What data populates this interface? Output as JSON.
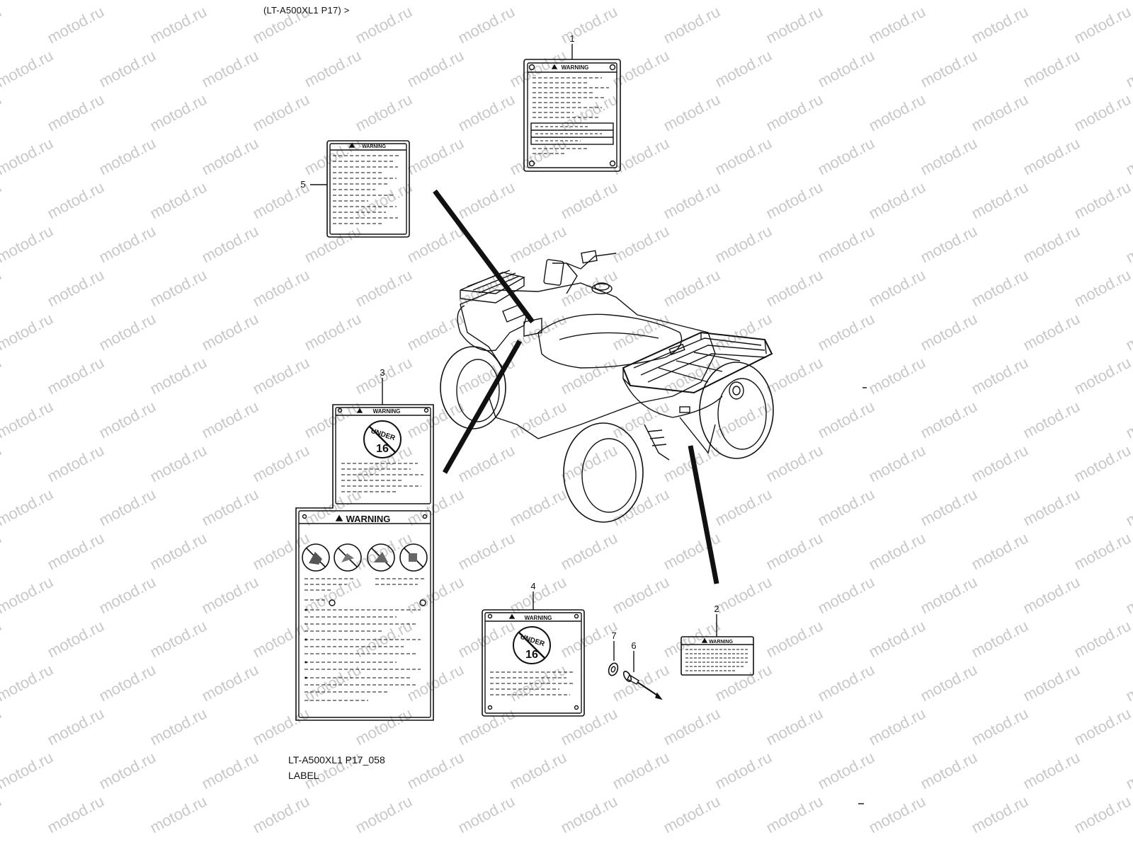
{
  "header": {
    "ref": "(LT-A500XL1 P17) >"
  },
  "footer": {
    "code": "LT-A500XL1 P17_058",
    "caption": "LABEL"
  },
  "watermark": {
    "text": "motod.ru",
    "color": "#c8c8c8"
  },
  "labels": {
    "warning_word": "WARNING",
    "under_word": "UNDER",
    "age": "16"
  },
  "callouts": [
    {
      "id": "callout-1",
      "num": "1"
    },
    {
      "id": "callout-2",
      "num": "2"
    },
    {
      "id": "callout-3",
      "num": "3"
    },
    {
      "id": "callout-4",
      "num": "4"
    },
    {
      "id": "callout-5",
      "num": "5"
    },
    {
      "id": "callout-6",
      "num": "6"
    },
    {
      "id": "callout-7",
      "num": "7"
    }
  ],
  "colors": {
    "line": "#111111",
    "label_fill": "#ffffff"
  }
}
